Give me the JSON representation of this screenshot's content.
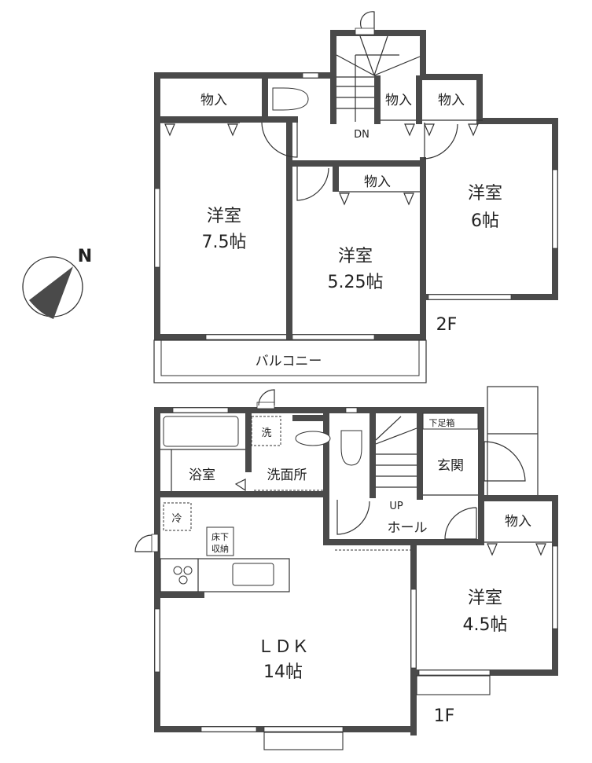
{
  "compass": {
    "label": "N"
  },
  "floor2": {
    "floor_label": "2F",
    "stairs_label": "DN",
    "rooms": {
      "closet_a": "物入",
      "closet_b": "物入",
      "closet_c": "物入",
      "closet_d": "物入",
      "room_left_name": "洋室",
      "room_left_size": "7.5帖",
      "room_mid_name": "洋室",
      "room_mid_size": "5.25帖",
      "room_right_name": "洋室",
      "room_right_size": "6帖",
      "balcony": "バルコニー"
    }
  },
  "floor1": {
    "floor_label": "1F",
    "stairs_label": "UP",
    "rooms": {
      "bath": "浴室",
      "washroom": "洗面所",
      "washer": "洗",
      "fridge": "冷",
      "underfloor_line1": "床下",
      "underfloor_line2": "収納",
      "shoebox": "下足箱",
      "entrance": "玄関",
      "hall": "ホール",
      "closet": "物入",
      "room_name": "洋室",
      "room_size": "4.5帖",
      "ldk_name": "ＬＤＫ",
      "ldk_size": "14帖"
    }
  }
}
